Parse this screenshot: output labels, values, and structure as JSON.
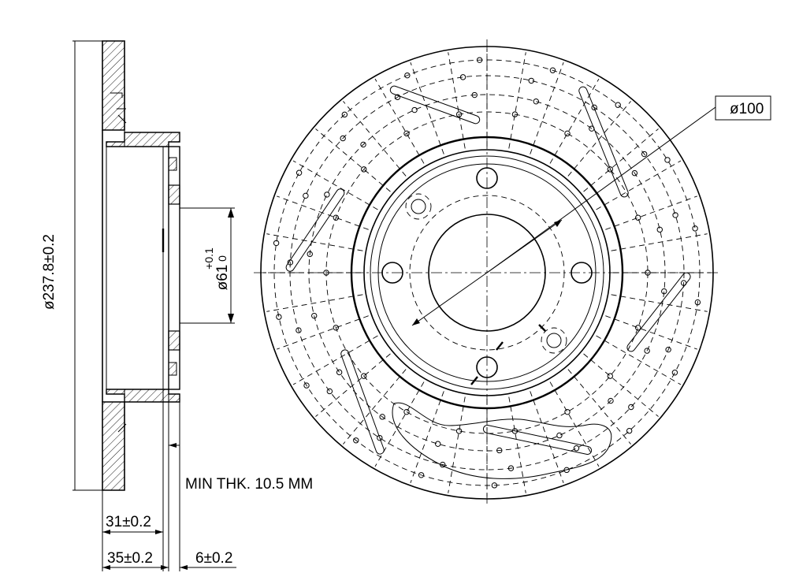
{
  "drawing": {
    "dimensions": {
      "outer_diameter": "ø237.8±0.2",
      "center_bore_main": "ø61",
      "center_bore_tol_upper": "+0.1",
      "center_bore_tol_lower": "0",
      "bolt_circle": "ø100",
      "min_thickness": "MIN THK. 10.5 MM",
      "height_31": "31±0.2",
      "height_35": "35±0.2",
      "thickness_6": "6±0.2"
    }
  }
}
